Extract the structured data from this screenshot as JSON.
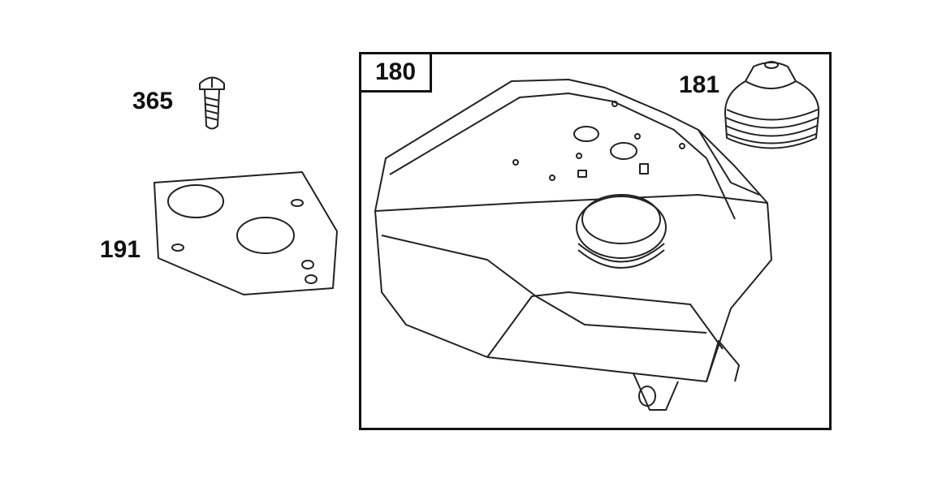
{
  "callouts": {
    "screw": "365",
    "gasket": "191",
    "fuel_tank": "180",
    "fuel_cap": "181"
  }
}
